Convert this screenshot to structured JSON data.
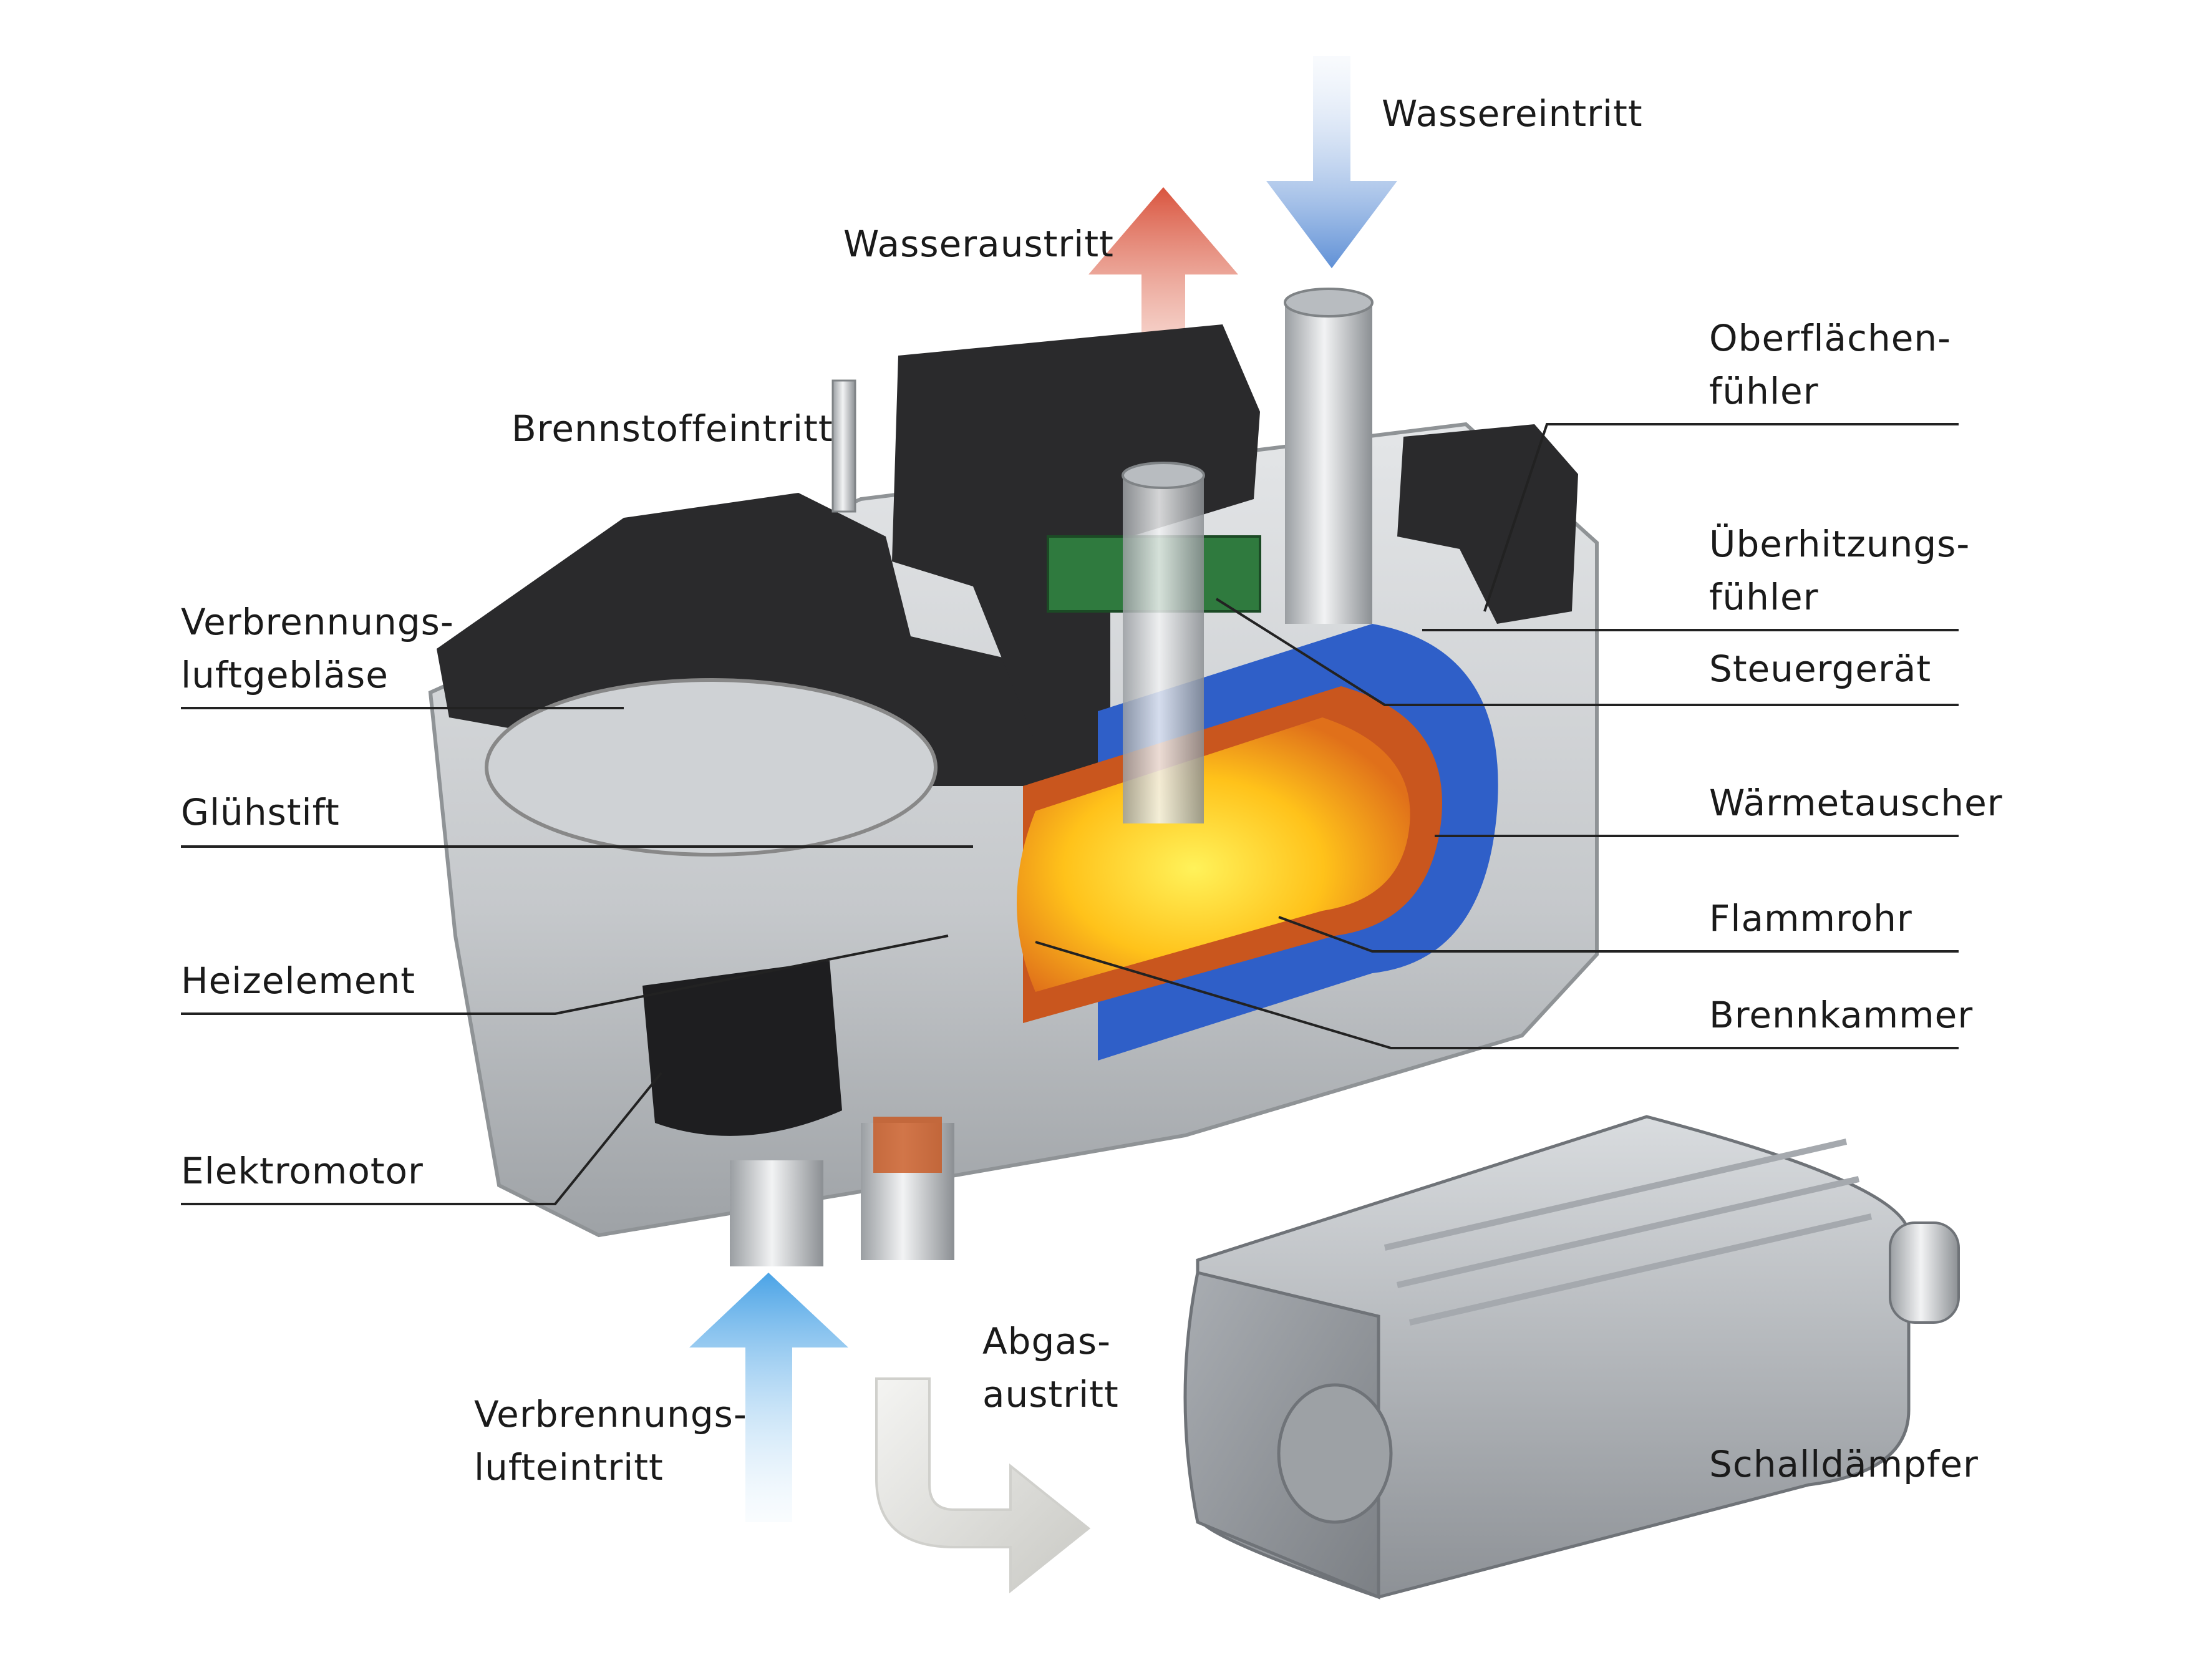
{
  "labels": {
    "wassereintritt": "Wassereintritt",
    "wasseraustritt": "Wasseraustritt",
    "brennstoffeintritt": "Brennstoffeintritt",
    "oberflaechenfuehler_1": "Oberflächen-",
    "oberflaechenfuehler_2": "fühler",
    "ueberhitzungsfuehler_1": "Überhitzungs-",
    "ueberhitzungsfuehler_2": "fühler",
    "steuergeraet": "Steuergerät",
    "verbrennungsluftgeblaese_1": "Verbrennungs-",
    "verbrennungsluftgeblaese_2": "luftgebläse",
    "gluehstift": "Glühstift",
    "waermetauscher": "Wärmetauscher",
    "flammrohr": "Flammrohr",
    "heizelement": "Heizelement",
    "brennkammer": "Brennkammer",
    "elektromotor": "Elektromotor",
    "abgasaustritt_1": "Abgas-",
    "abgasaustritt_2": "austritt",
    "verbrennungslufteintritt_1": "Verbrennungs-",
    "verbrennungslufteintritt_2": "lufteintritt",
    "schalldaempfer": "Schalldämpfer"
  },
  "colors": {
    "water_in": "#6f9fdc",
    "water_out": "#e0604a",
    "air_in": "#5aaee8",
    "exhaust": "#d4d4d0",
    "flame": "#ffd21a",
    "heat_exchanger": "#2f5fc8",
    "housing": "#c9cbce",
    "cover": "#2a2a2c",
    "leader_line": "#222222"
  }
}
